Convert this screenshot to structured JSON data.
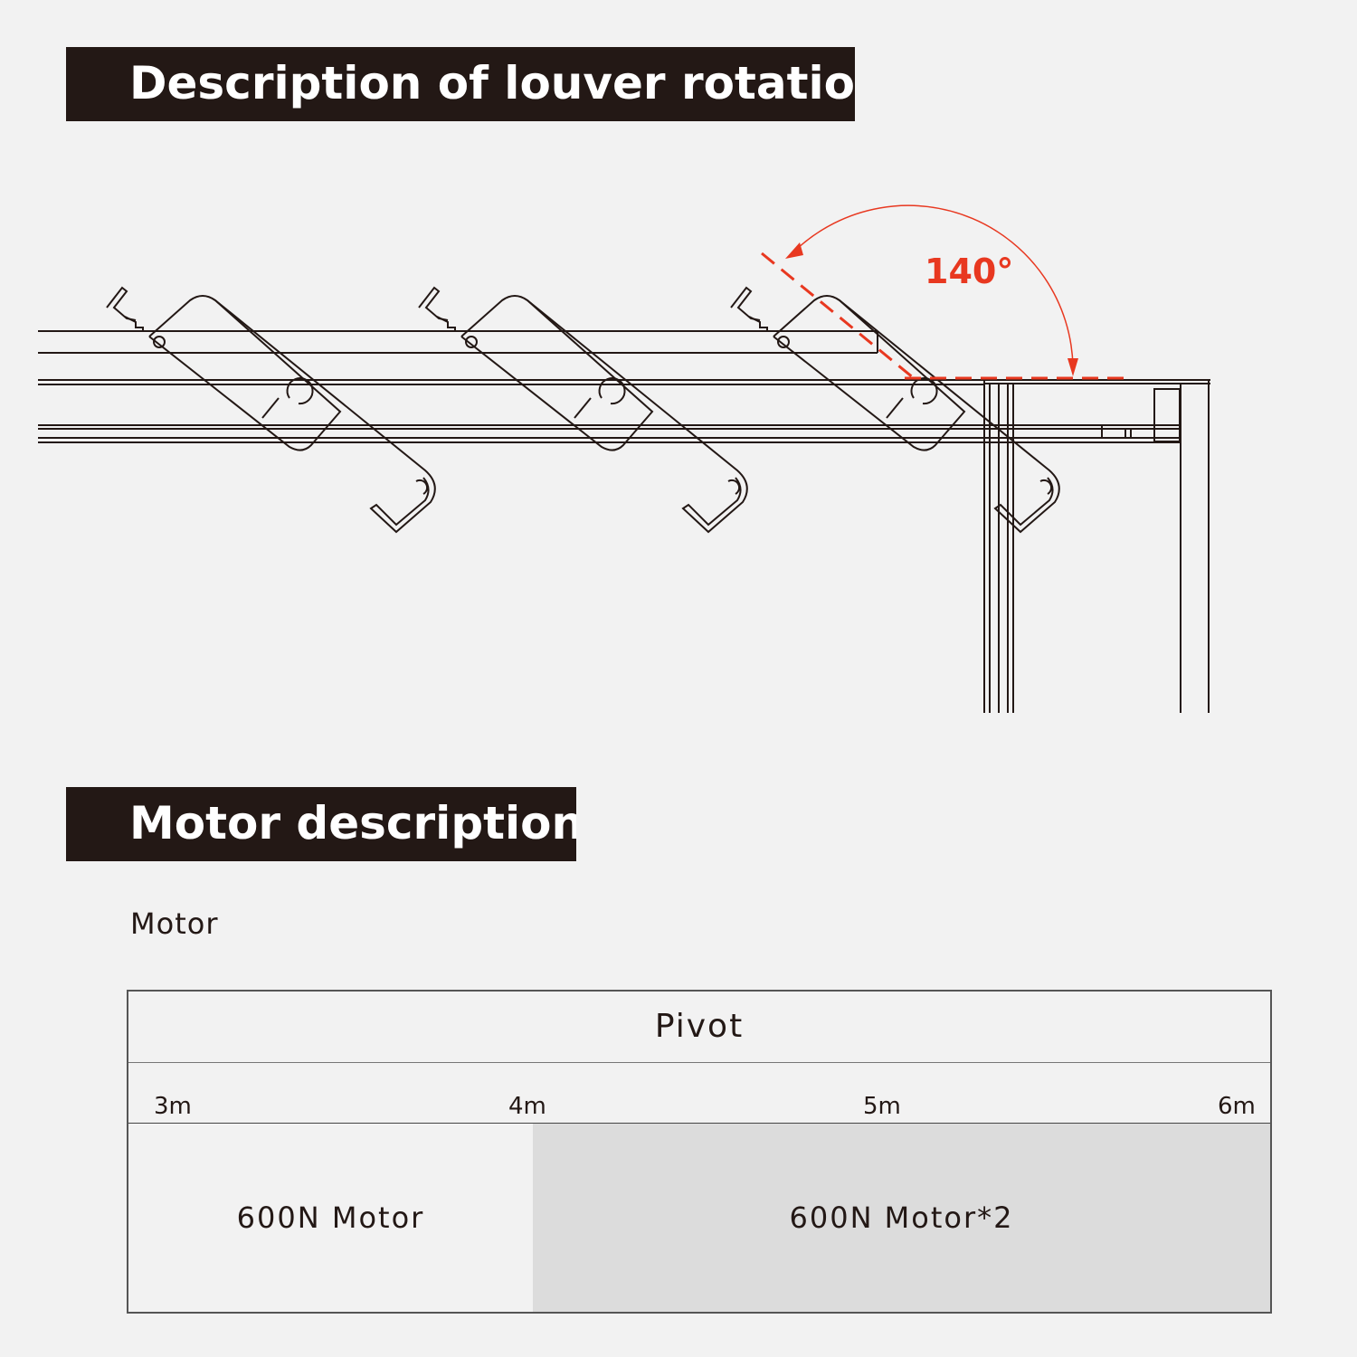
{
  "sections": {
    "rotation": {
      "title": "Description of louver rotation"
    },
    "motor": {
      "title": "Motor description"
    }
  },
  "rotation_diagram": {
    "angle_label": "140°",
    "annotation_color": "#e83820",
    "line_color": "#231815"
  },
  "motor": {
    "label": "Motor",
    "table": {
      "header": "Pivot",
      "scale": [
        "3m",
        "4m",
        "5m",
        "6m"
      ],
      "ranges": [
        {
          "span": "3m-4m",
          "text": "600N Motor"
        },
        {
          "span": "4m-6m",
          "text": "600N Motor*2"
        }
      ]
    }
  }
}
